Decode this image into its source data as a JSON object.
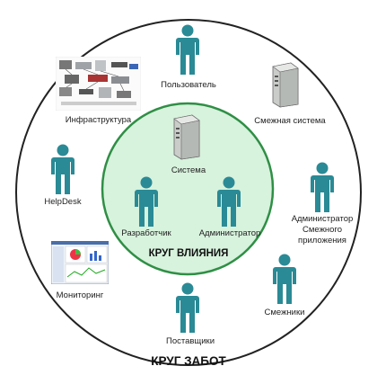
{
  "outer_circle": {
    "title": "КРУГ ЗАБОТ"
  },
  "inner_circle": {
    "title": "КРУГ ВЛИЯНИЯ"
  },
  "colors": {
    "person": "#2a8a95",
    "inner_fill": "#d7f2dd",
    "inner_stroke": "#2f8f45",
    "outer_stroke": "#222222"
  },
  "nodes": {
    "user": "Пользователь",
    "adjacent_system": "Смежная система",
    "infrastructure": "Инфраструктура",
    "helpdesk": "HelpDesk",
    "adjacent_admin": [
      "Администратор",
      "Смежного",
      "приложения"
    ],
    "monitoring": "Мониторинг",
    "neighbors": "Смежники",
    "suppliers": "Поставщики",
    "system": "Система",
    "developer": "Разработчик",
    "administrator": "Администратор"
  }
}
